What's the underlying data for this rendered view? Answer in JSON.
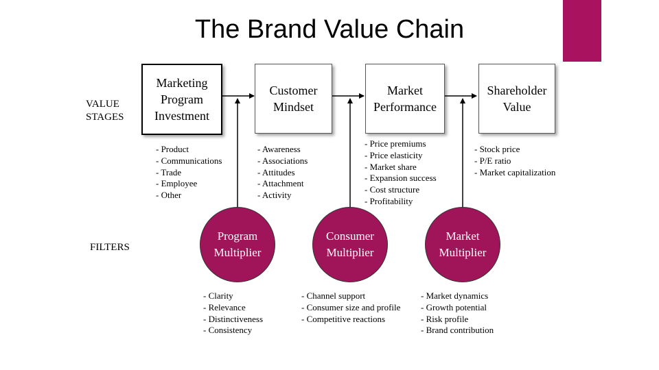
{
  "title": "The Brand Value Chain",
  "colors": {
    "accent": "#a8125f",
    "circle_fill": "#a01559"
  },
  "row_labels": {
    "value_stages": "VALUE\nSTAGES",
    "filters": "FILTERS"
  },
  "stages": [
    {
      "label": "Marketing\nProgram\nInvestment",
      "items": [
        "- Product",
        "- Communications",
        "- Trade",
        "- Employee",
        "- Other"
      ]
    },
    {
      "label": "Customer\nMindset",
      "items": [
        "- Awareness",
        "- Associations",
        "- Attitudes",
        "- Attachment",
        "- Activity"
      ]
    },
    {
      "label": "Market\nPerformance",
      "items": [
        "- Price premiums",
        "- Price elasticity",
        "- Market share",
        "- Expansion success",
        "- Cost structure",
        "- Profitability"
      ]
    },
    {
      "label": "Shareholder\nValue",
      "items": [
        "- Stock price",
        "- P/E ratio",
        "- Market capitalization"
      ]
    }
  ],
  "multipliers": [
    {
      "label": "Program\nMultiplier",
      "items": [
        "- Clarity",
        "- Relevance",
        "- Distinctiveness",
        "- Consistency"
      ]
    },
    {
      "label": "Consumer\nMultiplier",
      "items": [
        "- Channel support",
        "- Consumer size and profile",
        "- Competitive reactions"
      ]
    },
    {
      "label": "Market\nMultiplier",
      "items": [
        "- Market dynamics",
        "- Growth potential",
        "- Risk profile",
        "- Brand contribution"
      ]
    }
  ]
}
